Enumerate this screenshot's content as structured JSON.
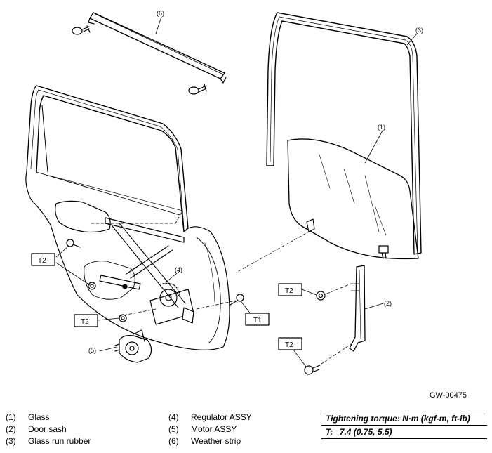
{
  "callouts": {
    "glass": "(1)",
    "door_sash": "(2)",
    "glass_run_rubber": "(3)",
    "regulator": "(4)",
    "motor": "(5)",
    "weather_strip": "(6)"
  },
  "torque_tags": {
    "t1": "T1",
    "t2_upper": "T2",
    "t2_lower": "T2",
    "t2_sash_upper": "T2",
    "t2_sash_lower": "T2"
  },
  "figure_code": "GW-00475",
  "legend": [
    {
      "num": "(1)",
      "label": "Glass"
    },
    {
      "num": "(2)",
      "label": "Door sash"
    },
    {
      "num": "(3)",
      "label": "Glass run rubber"
    },
    {
      "num": "(4)",
      "label": "Regulator ASSY"
    },
    {
      "num": "(5)",
      "label": "Motor ASSY"
    },
    {
      "num": "(6)",
      "label": "Weather strip"
    }
  ],
  "torque_spec": {
    "heading": "Tightening torque: N·m (kgf-m, ft-lb)",
    "label": "T:",
    "value": "7.4 (0.75, 5.5)"
  }
}
